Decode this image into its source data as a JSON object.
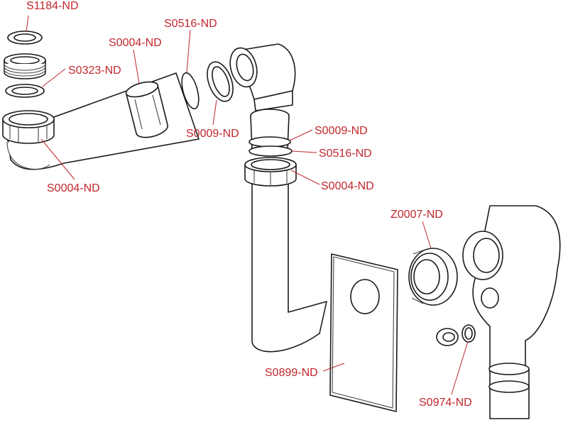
{
  "colors": {
    "label": "#c0272d",
    "line": "#1a1a1a",
    "background": "#ffffff"
  },
  "labels": {
    "s1184_top": "S1184-ND",
    "s0004_top": "S0004-ND",
    "s0516_top": "S0516-ND",
    "s0323": "S0323-ND",
    "s0009_mid": "S0009-ND",
    "s0004_left": "S0004-ND",
    "s0009_right": "S0009-ND",
    "s0516_right": "S0516-ND",
    "s0004_right": "S0004-ND",
    "z0007": "Z0007-ND",
    "s0899": "S0899-ND",
    "s0974": "S0974-ND"
  }
}
